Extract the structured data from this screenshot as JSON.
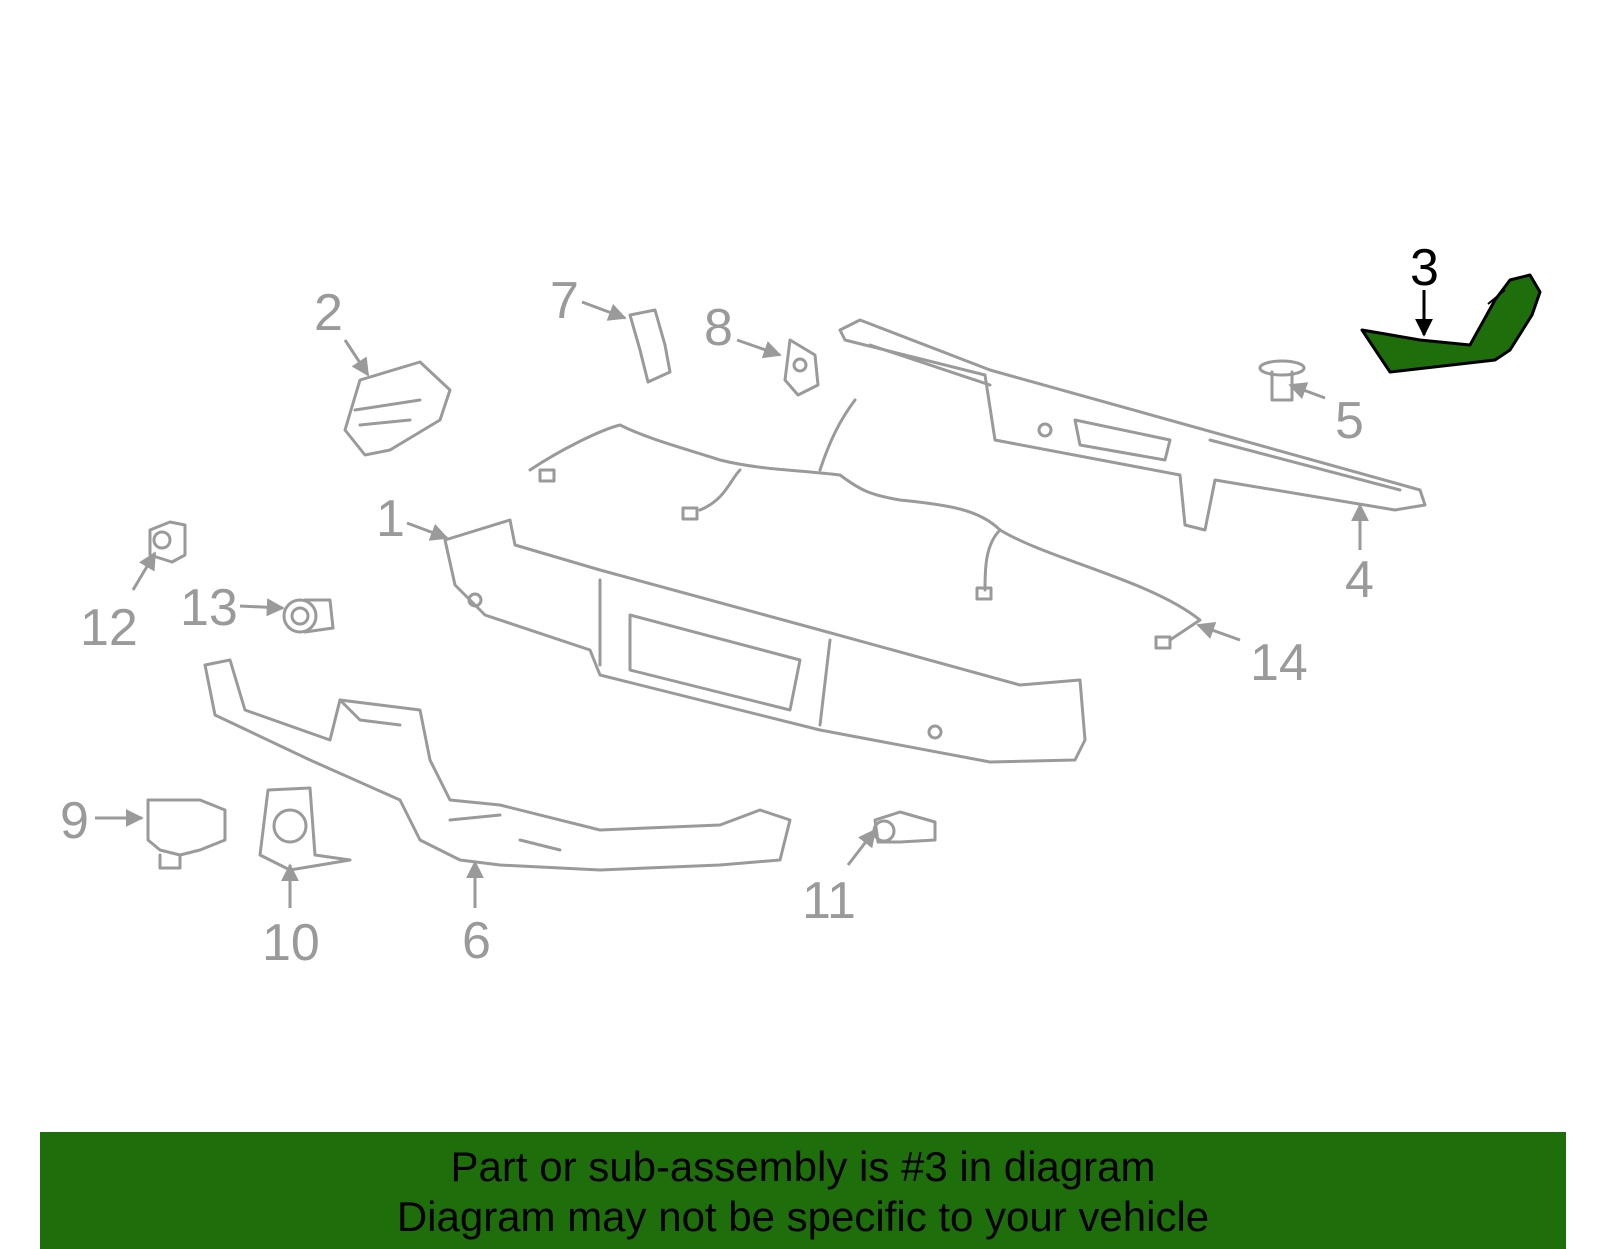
{
  "diagram": {
    "callouts": [
      {
        "id": "1",
        "label": "1"
      },
      {
        "id": "2",
        "label": "2"
      },
      {
        "id": "3",
        "label": "3",
        "highlighted": true
      },
      {
        "id": "4",
        "label": "4"
      },
      {
        "id": "5",
        "label": "5"
      },
      {
        "id": "6",
        "label": "6"
      },
      {
        "id": "7",
        "label": "7"
      },
      {
        "id": "8",
        "label": "8"
      },
      {
        "id": "9",
        "label": "9"
      },
      {
        "id": "10",
        "label": "10"
      },
      {
        "id": "11",
        "label": "11"
      },
      {
        "id": "12",
        "label": "12"
      },
      {
        "id": "13",
        "label": "13"
      },
      {
        "id": "14",
        "label": "14"
      }
    ],
    "highlight_color": "#1e6e0b",
    "part_line_color": "#9a9a9a"
  },
  "banner": {
    "line1": "Part or sub-assembly is #3 in diagram",
    "line2": "Diagram may not be specific to your vehicle",
    "background": "#1e6e0b"
  }
}
